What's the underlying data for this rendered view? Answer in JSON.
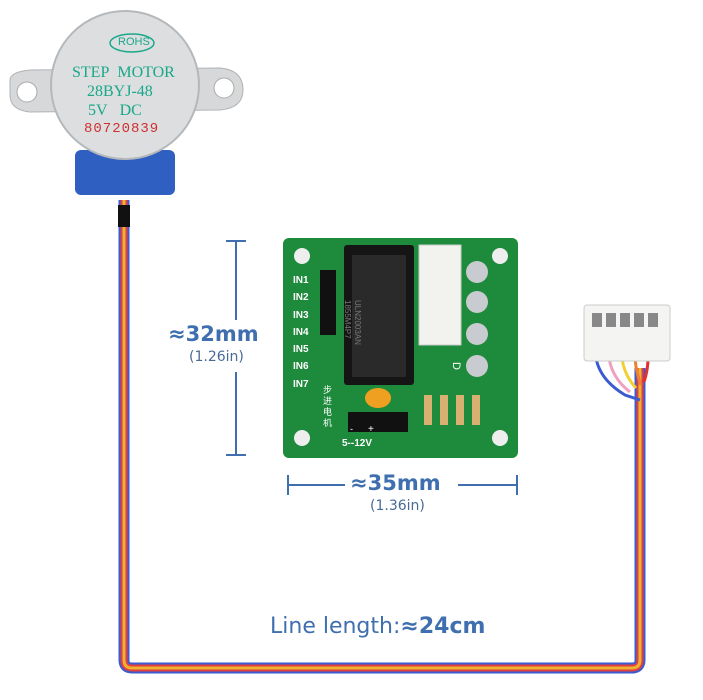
{
  "motor": {
    "badge": "ROHS",
    "line1a": "STEP",
    "line1b": "MOTOR",
    "model": "28BYJ-48",
    "voltage": "5V",
    "current_type": "DC",
    "serial": "80720839"
  },
  "board": {
    "inputs": [
      "IN1",
      "IN2",
      "IN3",
      "IN4",
      "IN5",
      "IN6",
      "IN7"
    ],
    "chip_text": [
      "ULN2003AN",
      "1855M4P7"
    ],
    "chinese_label": "步进电机",
    "power_label": "5--12V",
    "minus": "-",
    "plus": "+",
    "led_label": "D"
  },
  "dimensions": {
    "height": "≈32mm",
    "height_in": "(1.26in)",
    "width": "≈35mm",
    "width_in": "(1.36in)",
    "line_label": "Line length:",
    "line_value": "≈24cm"
  },
  "colors": {
    "annotation": "#3f6fae",
    "pcb": "#1e8a3c",
    "motor_text": "#1aa88a",
    "serial": "#d03030"
  }
}
